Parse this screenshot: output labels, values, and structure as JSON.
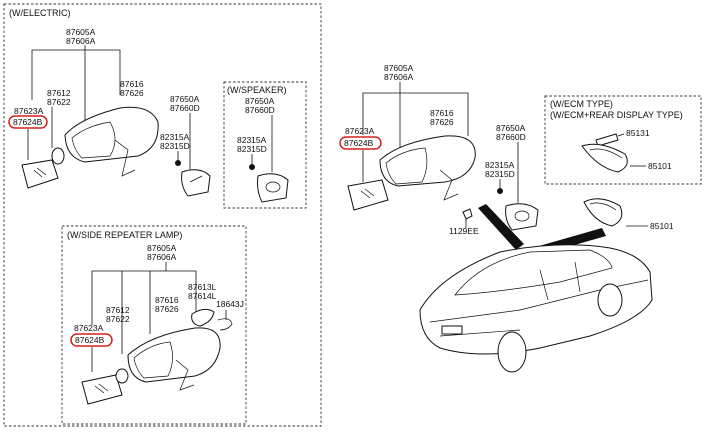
{
  "colors": {
    "highlight": "#d3201f",
    "line": "#111111",
    "frame": "#333333"
  },
  "panel_electric": {
    "title": "(W/ELECTRIC)",
    "mirror_assy": [
      "87605A",
      "87606A"
    ],
    "cover": [
      "87616",
      "87626"
    ],
    "holder": [
      "87612",
      "87622"
    ],
    "glass": [
      "87623A",
      "87624B"
    ],
    "bracket": [
      "87650A",
      "87660D"
    ],
    "screw": [
      "82315A",
      "82315D"
    ]
  },
  "panel_speaker": {
    "title": "(W/SPEAKER)",
    "bracket": [
      "87650A",
      "87660D"
    ],
    "screw": [
      "82315A",
      "82315D"
    ]
  },
  "panel_repeater": {
    "title": "(W/SIDE REPEATER LAMP)",
    "mirror_assy": [
      "87605A",
      "87606A"
    ],
    "cover": [
      "87616",
      "87626"
    ],
    "holder": [
      "87612",
      "87622"
    ],
    "lamp": [
      "87613L",
      "87614L"
    ],
    "bulb": "18643J",
    "glass": [
      "87623A",
      "87624B"
    ]
  },
  "main": {
    "mirror_assy": [
      "87605A",
      "87606A"
    ],
    "cover": [
      "87616",
      "87626"
    ],
    "glass": [
      "87623A",
      "87624B"
    ],
    "bracket": [
      "87650A",
      "87660D"
    ],
    "screw": [
      "82315A",
      "82315D"
    ],
    "bolt": "1129EE",
    "inside_mirror": "85101"
  },
  "panel_ecm": {
    "title": [
      "(W/ECM TYPE)",
      "(W/ECM+REAR DISPLAY TYPE)"
    ],
    "cover": "85131",
    "mirror": "85101"
  }
}
